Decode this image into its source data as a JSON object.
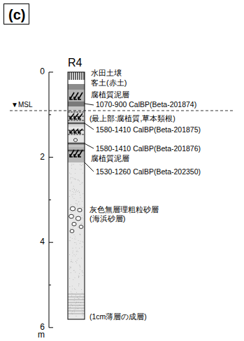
{
  "diagram": {
    "nodes": [
      {
        "text": [
          "(c)"
        ]
      }
    ],
    "labels": [
      "R4",
      "0",
      "2",
      "4",
      "6",
      "m",
      "水田土壌",
      "客土(赤土)",
      "腐植質泥層",
      "1070-900 CalBP(Beta-201874)",
      "▼MSL",
      "(最上部:腐植質,草本類根)",
      "1580-1410 CalBP(Beta-201875)",
      "1580-1410 CalBP(Beta-201876)",
      "腐植質泥層",
      "1530-1260 CalBP(Beta-202350)",
      "灰色無層理粗粒砂層 (海浜砂層)",
      "(1cm薄層の成層)"
    ]
  }
}
